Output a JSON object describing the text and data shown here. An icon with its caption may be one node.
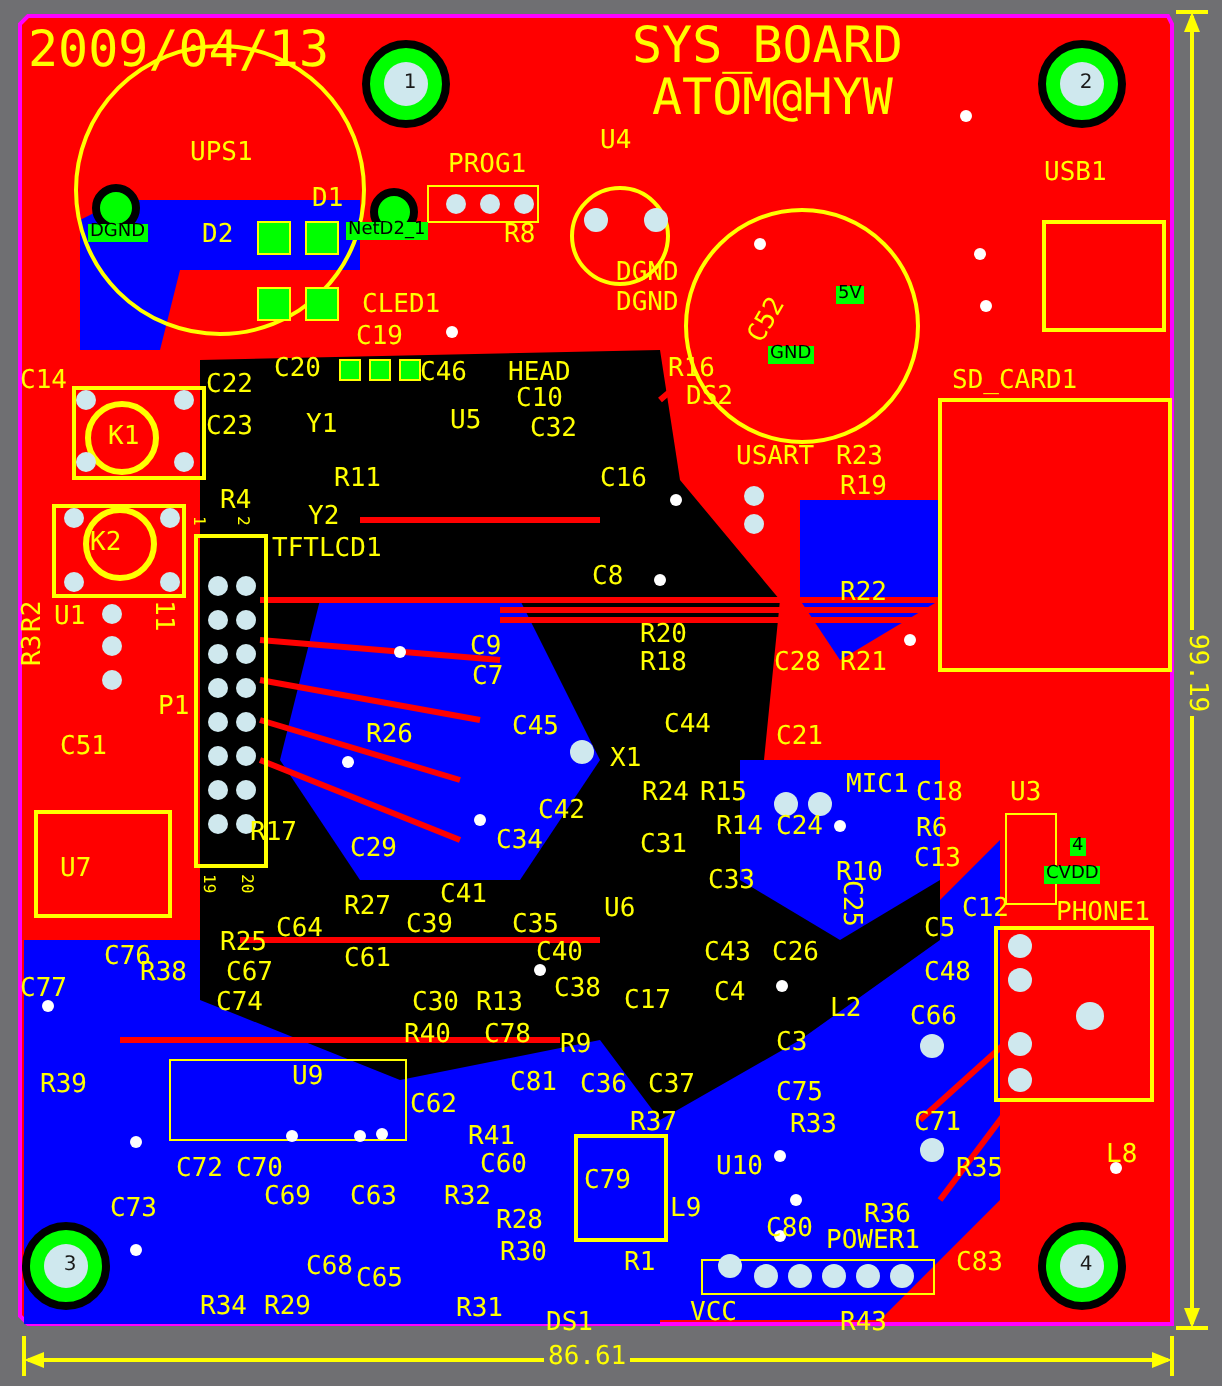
{
  "diagram": {
    "labels": [
      "2009/04/13",
      "SYS_BOARD",
      "ATOM@HYW",
      "1",
      "2",
      "UPS1",
      "PROG1",
      "U4",
      "USB1",
      "D1",
      "DGND",
      "D2",
      "NetD2_1",
      "R8",
      "DGND",
      "DGND",
      "5V",
      "GND",
      "C52",
      "CLED1",
      "C19",
      "C14",
      "C22",
      "C20",
      "C46",
      "HEAD",
      "R16",
      "DS2",
      "SD_CARD1",
      "C23",
      "K1",
      "Y1",
      "U5",
      "C10",
      "C32",
      "C16",
      "USART",
      "R23",
      "R4",
      "Y2",
      "R11",
      "R19",
      "K2",
      "TFTLCD1",
      "U1",
      "R3",
      "R2",
      "11",
      "C8",
      "R22",
      "P1",
      "C9",
      "C7",
      "R20",
      "R18",
      "C28",
      "R21",
      "C51",
      "R26",
      "C45",
      "C44",
      "X1",
      "C21",
      "R24",
      "R15",
      "MIC1",
      "C18",
      "U3",
      "U7",
      "R17",
      "C29",
      "C34",
      "C42",
      "C31",
      "R14",
      "C24",
      "R6",
      "C33",
      "R10",
      "C13",
      "4",
      "CVDD",
      "C12",
      "PHONE1",
      "C41",
      "C39",
      "C35",
      "R27",
      "U6",
      "C25",
      "C5",
      "R25",
      "C64",
      "C61",
      "C40",
      "C43",
      "C26",
      "C48",
      "C76",
      "R38",
      "C67",
      "C77",
      "C74",
      "C38",
      "C17",
      "C4",
      "C30",
      "R13",
      "R40",
      "C78",
      "R9",
      "L2",
      "C66",
      "C3",
      "R39",
      "U9",
      "C81",
      "C36",
      "C37",
      "C75",
      "C62",
      "R41",
      "R37",
      "R33",
      "C71",
      "C72",
      "C70",
      "C60",
      "C79",
      "U10",
      "R35",
      "L8",
      "C73",
      "C69",
      "C63",
      "R32",
      "R28",
      "L9",
      "R36",
      "C80",
      "3",
      "C68",
      "C65",
      "R30",
      "R1",
      "POWER1",
      "C83",
      "4",
      "R34",
      "R29",
      "R31",
      "DS1",
      "VCC",
      "R43",
      "86.61",
      "99.19",
      "1",
      "2",
      "19",
      "20"
    ]
  }
}
